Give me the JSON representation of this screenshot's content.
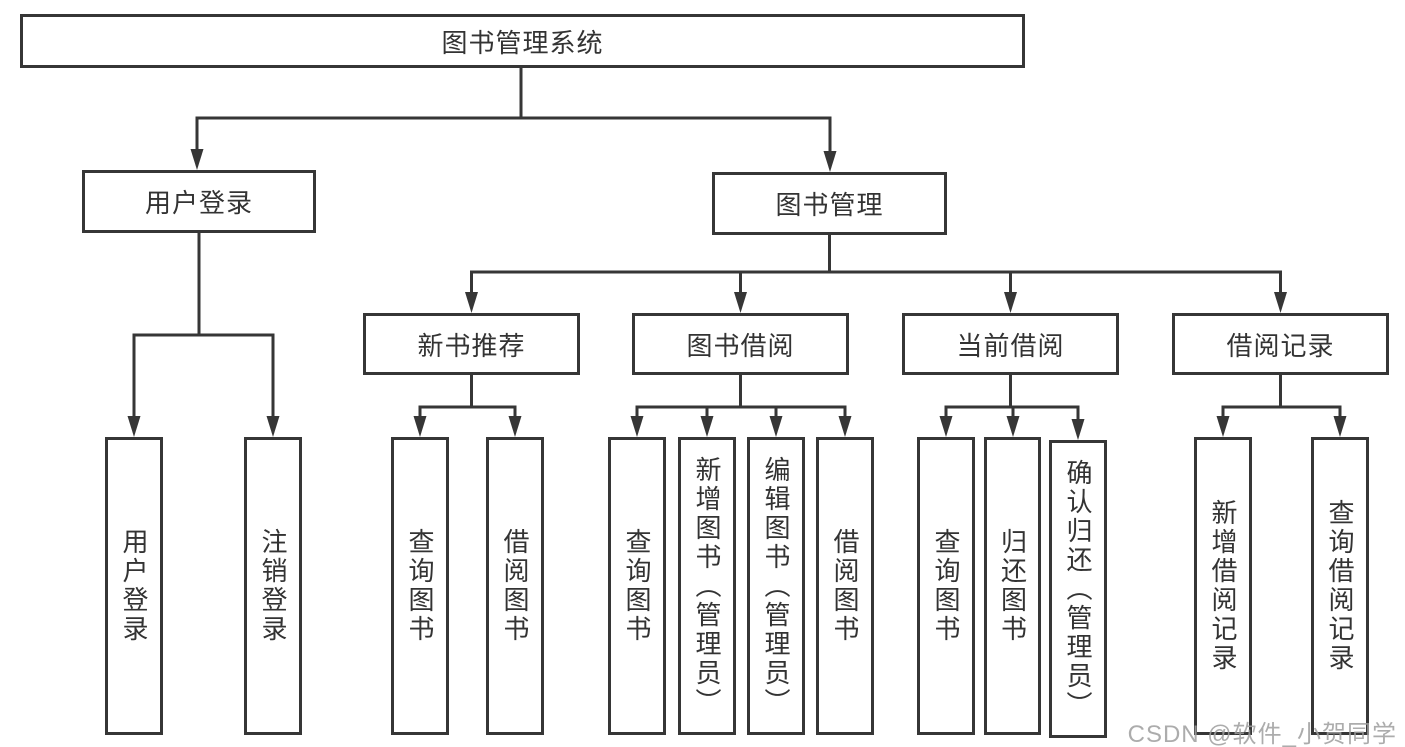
{
  "tree": {
    "root": {
      "label": "图书管理系统",
      "children": [
        {
          "label": "用户登录",
          "children": [
            {
              "label": "用户登录"
            },
            {
              "label": "注销登录"
            }
          ]
        },
        {
          "label": "图书管理",
          "children": [
            {
              "label": "新书推荐",
              "children": [
                {
                  "label": "查询图书"
                },
                {
                  "label": "借阅图书"
                }
              ]
            },
            {
              "label": "图书借阅",
              "children": [
                {
                  "label": "查询图书"
                },
                {
                  "label": "新增图书（管理员）"
                },
                {
                  "label": "编辑图书（管理员）"
                },
                {
                  "label": "借阅图书"
                }
              ]
            },
            {
              "label": "当前借阅",
              "children": [
                {
                  "label": "查询图书"
                },
                {
                  "label": "归还图书"
                },
                {
                  "label": "确认归还（管理员）"
                }
              ]
            },
            {
              "label": "借阅记录",
              "children": [
                {
                  "label": "新增借阅记录"
                },
                {
                  "label": "查询借阅记录"
                }
              ]
            }
          ]
        }
      ]
    }
  },
  "watermark": {
    "text": "CSDN @软件_小贺同学"
  },
  "colors": {
    "line": "#363636",
    "text": "#333333",
    "background": "#ffffff",
    "watermark": "#9e9e9e"
  }
}
